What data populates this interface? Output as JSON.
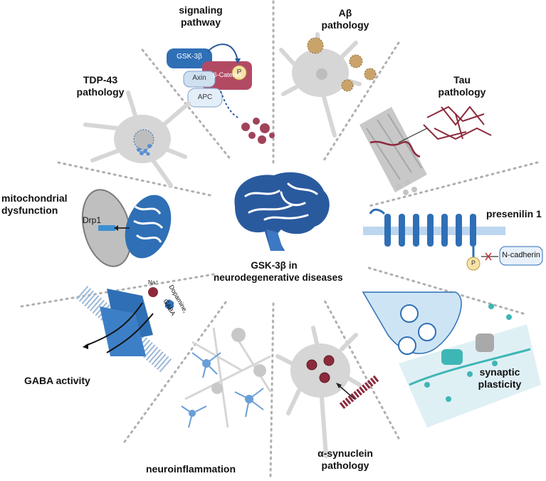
{
  "center": {
    "title_line1": "GSK-3β in",
    "title_line2": "neurodegenerative diseases"
  },
  "sections": {
    "signaling": {
      "label_line1": "signaling",
      "label_line2": "pathway",
      "gsk": "GSK-3β",
      "catenin": "β-Catenin",
      "axin": "Axin",
      "apc": "APC",
      "p": "P"
    },
    "abeta": {
      "label_line1": "Aβ",
      "label_line2": "pathology"
    },
    "tau": {
      "label_line1": "Tau",
      "label_line2": "pathology"
    },
    "tdp43": {
      "label_line1": "TDP-43",
      "label_line2": "pathology"
    },
    "mito": {
      "label_line1": "mitochondrial",
      "label_line2": "dysfunction",
      "drp1": "Drp1"
    },
    "presenilin": {
      "label": "presenilin 1",
      "ncadherin": "N-cadherin",
      "p": "P"
    },
    "gaba": {
      "label": "GABA activity",
      "na": "Na⁺",
      "ligand_line1": "Dopamine,",
      "ligand_line2": "GABA"
    },
    "synaptic": {
      "label_line1": "synaptic",
      "label_line2": "plasticity"
    },
    "neuroinflammation": {
      "label": "neuroinflammation"
    },
    "synuclein": {
      "label_line1": "α-synuclein",
      "label_line2": "pathology"
    }
  },
  "colors": {
    "divider": "#b0b0b0",
    "brain": "#2a5a9e",
    "neuron": "#d6d6d6",
    "pathology_red": "#8c2a3c",
    "membrane_blue": "#2f6fb5",
    "synapse_teal": "#3fb6b6"
  }
}
